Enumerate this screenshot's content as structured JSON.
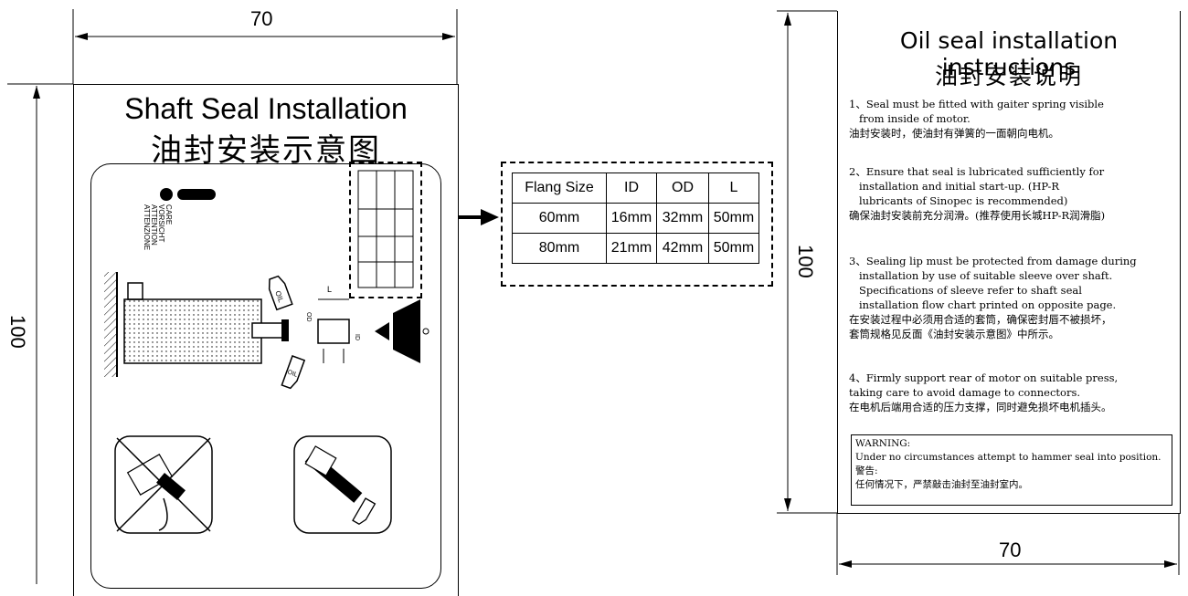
{
  "left_sheet": {
    "title_en": "Shaft Seal Installation",
    "title_cn": "油封安装示意图",
    "care_labels": [
      "CARE",
      "VORSICHT",
      "ATTENTION",
      "ATTENZIONE"
    ],
    "oil_label": "OIL",
    "dim_L": "L",
    "dim_OD": "OD",
    "dim_ID": "ID"
  },
  "dimensions": {
    "left_width": "70",
    "left_height": "100",
    "right_width": "70",
    "right_height": "100"
  },
  "spec_table": {
    "headers": [
      "Flang Size",
      "ID",
      "OD",
      "L"
    ],
    "rows": [
      [
        "60mm",
        "16mm",
        "32mm",
        "50mm"
      ],
      [
        "80mm",
        "21mm",
        "42mm",
        "50mm"
      ]
    ]
  },
  "right_sheet": {
    "title_en": "Oil seal installation instructions",
    "title_cn": "油封安装说明",
    "instructions": [
      {
        "en": "1、Seal must be fitted with gaiter spring visible\n   from inside of motor.",
        "cn": "油封安装时，使油封有弹簧的一面朝向电机。"
      },
      {
        "en": "2、Ensure that seal is lubricated sufficiently for\n   installation and initial start-up. (HP-R\n   lubricants of Sinopec is recommended)",
        "cn": "确保油封安装前充分润滑。(推荐使用长城HP-R润滑脂)"
      },
      {
        "en": "3、Sealing lip must be protected from damage during\n   installation by use of suitable sleeve over shaft.\n   Specifications of sleeve refer to shaft seal\n   installation flow chart printed on opposite page.",
        "cn": "在安装过程中必须用合适的套筒，确保密封唇不被损坏，\n套筒规格见反面《油封安装示意图》中所示。"
      },
      {
        "en": "4、Firmly support rear of motor on suitable press,\ntaking care to avoid damage to connectors.",
        "cn": "在电机后端用合适的压力支撑，同时避免损坏电机插头。"
      }
    ],
    "warning": {
      "label_en": "WARNING:",
      "text_en": "Under no circumstances attempt to hammer seal into position.",
      "label_cn": "警告:",
      "text_cn": "任何情况下，严禁敲击油封至油封室内。"
    }
  }
}
